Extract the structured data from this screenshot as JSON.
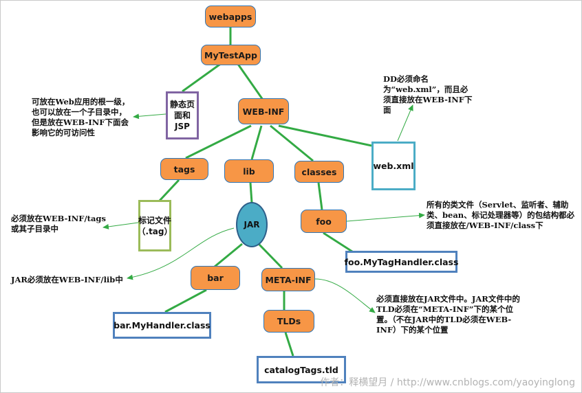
{
  "diagram": {
    "nodes": {
      "webapps": "webapps",
      "mytestapp": "MyTestApp",
      "webinf": "WEB-INF",
      "tags": "tags",
      "lib": "lib",
      "classes": "classes",
      "foo": "foo",
      "jar": "JAR",
      "bar": "bar",
      "metainf": "META-INF",
      "tlds": "TLDs"
    },
    "boxes": {
      "static_pages": "静态页面和JSP",
      "tag_files": "标记文件（.tag）",
      "webxml": "web.xml",
      "foo_handler": "foo.MyTagHandler.class",
      "bar_handler": "bar.MyHandler.class",
      "catalog_tld": "catalogTags.tld"
    },
    "notes": {
      "static_note": "可放在Web应用的根一级，也可以放在一个子目录中，但是放在WEB-INF下面会影响它的可访问性",
      "dd_note": "DD必须命名为“web.xml”，而且必须直接放在WEB-INF下面",
      "tags_note": "必须放在WEB-INF/tags或其子目录中",
      "classes_note": "所有的类文件（Servlet、监听者、辅助类、bean、标记处理器等）的包结构都必须直接放在/WEB-INF/class下",
      "jar_note": "JAR必须放在WEB-INF/lib中",
      "tld_note": "必须直接放在JAR文件中。JAR文件中的TLD必须在“META-INF”下的某个位置。（不在JAR中的TLD必须在WEB-INF）下的某个位置"
    },
    "colors": {
      "node_fill": "#f79646",
      "node_border": "#2e75b6",
      "connector": "#33aa44",
      "jar_fill": "#4bacc6"
    }
  },
  "watermark": "作者：释横望月 / http://www.cnblogs.com/yaoyinglong"
}
